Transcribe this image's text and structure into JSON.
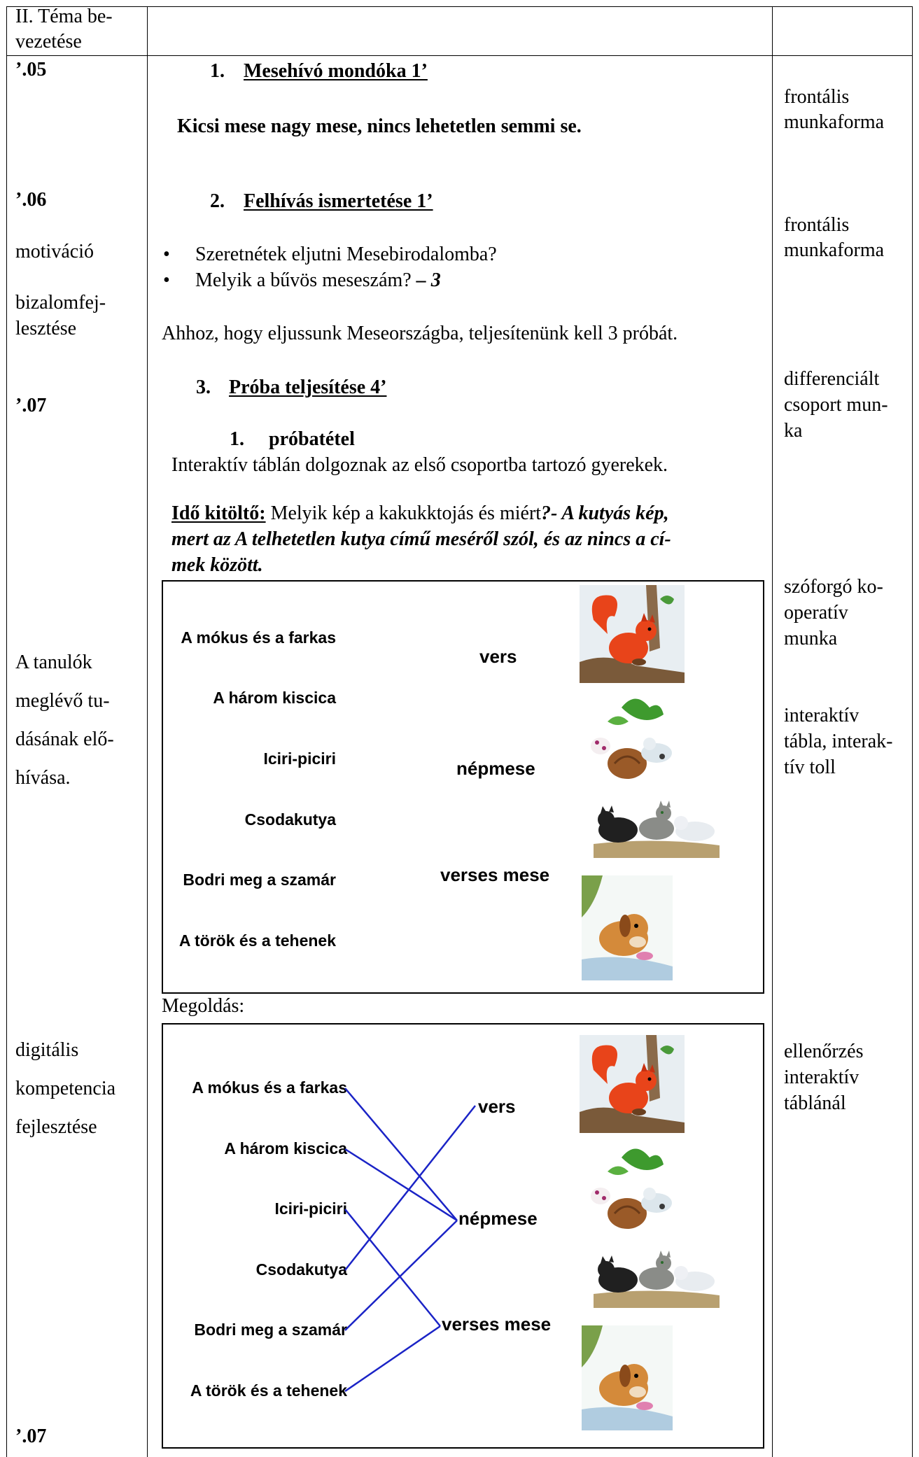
{
  "left_col": {
    "header": [
      "II. Téma be-",
      "vezetése"
    ],
    "t1": "’.05",
    "t2": "’.06",
    "motiv": "motiváció",
    "bizalom": [
      "bizalomfej-",
      "lesztése"
    ],
    "t3": "’.07",
    "tanulok": [
      "A tanulók",
      "meglévő tu-",
      "dásának elő-",
      "hívása."
    ],
    "digitalis": [
      "digitális",
      "kompetencia",
      "fejlesztése"
    ],
    "t4": "’.07"
  },
  "right_col": {
    "m1": [
      "frontális",
      "munkaforma"
    ],
    "m2": [
      "frontális",
      "munkaforma"
    ],
    "m3": [
      "differenciált",
      "csoport mun-",
      "ka"
    ],
    "m4": [
      "szóforgó ko-",
      "operatív",
      "munka"
    ],
    "m5": [
      "interaktív",
      "tábla, interak-",
      "tív toll"
    ],
    "m6": [
      "ellenőrzés",
      "interaktív",
      "táblánál"
    ]
  },
  "main": {
    "s1_num": "1.",
    "s1_title": "Mesehívó mondóka 1’",
    "rhyme": "Kicsi mese nagy mese, nincs lehetetlen semmi se.",
    "s2_num": "2.",
    "s2_title": "Felhívás ismertetése 1’",
    "bullet1": "Szeretnétek eljutni Mesebirodalomba?",
    "bullet2_text": "Melyik a bűvös meseszám? ",
    "bullet2_answer": "– 3",
    "para": "Ahhoz, hogy eljussunk Meseországba, teljesítenünk kell 3 próbát.",
    "s3_num": "3.",
    "s3_title": "Próba teljesítése 4’",
    "sub_num": "1.",
    "sub_title": "próbatétel",
    "interactive": "Interaktív táblán dolgoznak az első csoportba tartozó gyerekek.",
    "ido_label": "Idő kitöltő:",
    "ido_q": " Melyik kép a kakukktojás és miért",
    "ido_a1": "?- A kutyás kép,",
    "ido_a2": "mert az A telhetetlen kutya című meséről szól, és az nincs a cí-",
    "ido_a3": "mek között.",
    "megoldas": "Megoldás:"
  },
  "exercise": {
    "titles": [
      "A mókus és a farkas",
      "A három kiscica",
      "Iciri-piciri",
      "Csodakutya",
      "Bodri meg a szamár",
      "A török és a tehenek"
    ],
    "categories": [
      "vers",
      "népmese",
      "verses mese"
    ],
    "pictures": [
      "squirrel-picture",
      "kittens-pumpkin-picture",
      "three-cats-picture",
      "dog-picture"
    ]
  },
  "colors": {
    "line": "#1a23c6",
    "border": "#000000"
  }
}
